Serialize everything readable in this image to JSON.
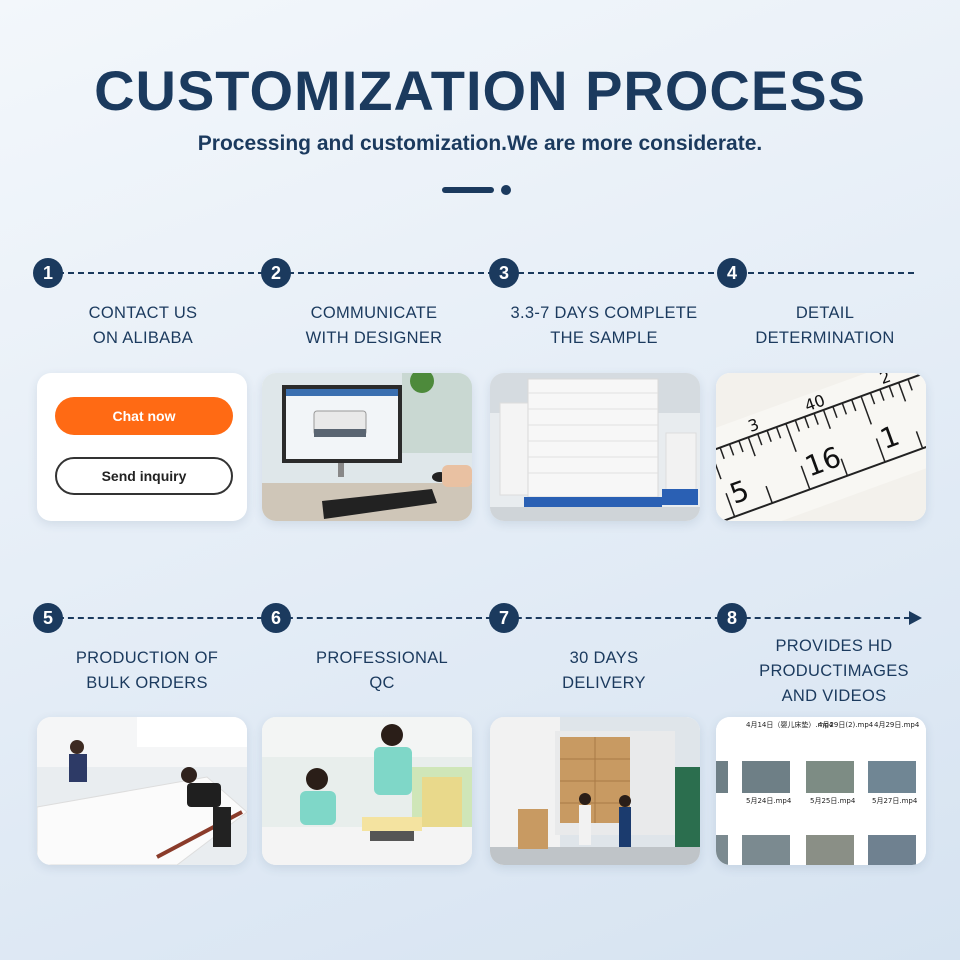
{
  "header": {
    "title": "CUSTOMIZATION PROCESS",
    "subtitle": "Processing and customization.We are more considerate."
  },
  "colors": {
    "primary": "#1b3a5e",
    "accent": "#ff6a14"
  },
  "steps": [
    {
      "number": "1",
      "line1": "CONTACT US",
      "line2": "ON ALIBABA",
      "line3": ""
    },
    {
      "number": "2",
      "line1": "COMMUNICATE",
      "line2": "WITH DESIGNER",
      "line3": ""
    },
    {
      "number": "3",
      "line1": "3.3-7 DAYS COMPLETE",
      "line2": "THE SAMPLE",
      "line3": ""
    },
    {
      "number": "4",
      "line1": "DETAIL",
      "line2": "DETERMINATION",
      "line3": ""
    },
    {
      "number": "5",
      "line1": "PRODUCTION OF",
      "line2": "BULK ORDERS",
      "line3": ""
    },
    {
      "number": "6",
      "line1": "PROFESSIONAL",
      "line2": "QC",
      "line3": ""
    },
    {
      "number": "7",
      "line1": "30 DAYS",
      "line2": "DELIVERY",
      "line3": ""
    },
    {
      "number": "8",
      "line1": "PROVIDES HD",
      "line2": "PRODUCTIMAGES",
      "line3": "AND VIDEOS"
    }
  ],
  "contact_card": {
    "chat_label": "Chat now",
    "inquiry_label": "Send inquiry"
  },
  "video_files": {
    "row1": [
      "4月14日（婴儿床垫）.mp4",
      "4月29日(2).mp4",
      "4月29日.mp4"
    ],
    "row2": [
      "5月24日.mp4",
      "5月25日.mp4",
      "5月27日.mp4"
    ]
  }
}
